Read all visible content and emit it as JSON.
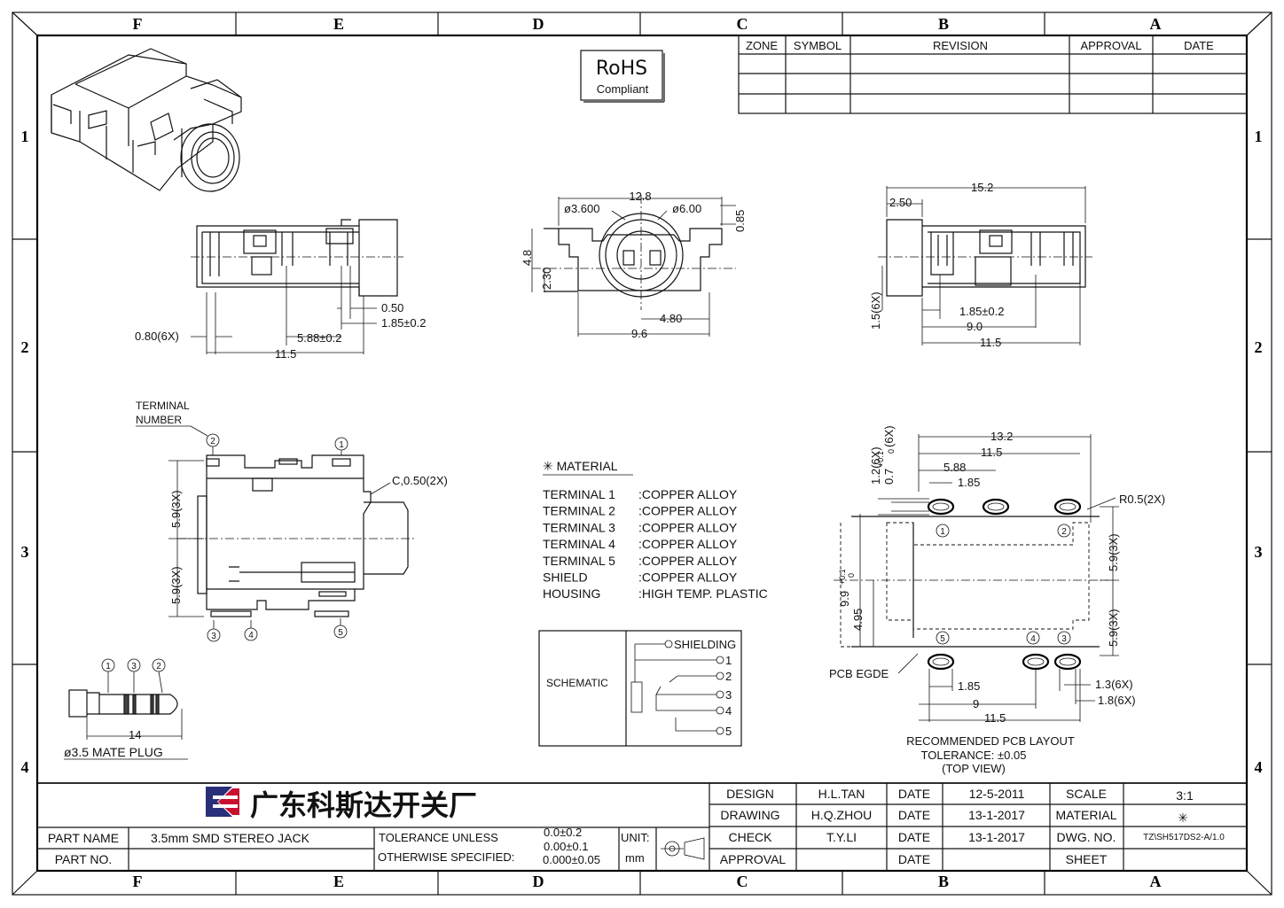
{
  "zones": {
    "columns": [
      "F",
      "E",
      "D",
      "C",
      "B",
      "A"
    ],
    "rows": [
      "1",
      "2",
      "3",
      "4"
    ]
  },
  "rohs": {
    "title": "RoHS",
    "subtitle": "Compliant"
  },
  "revision_table": {
    "headers": [
      "ZONE",
      "SYMBOL",
      "REVISION",
      "APPROVAL",
      "DATE"
    ]
  },
  "side_view": {
    "dim_terminal": "0.80(6X)",
    "dim_050": "0.50",
    "dim_185": "1.85±0.2",
    "dim_588": "5.88±0.2",
    "dim_115": "11.5"
  },
  "front_view": {
    "dim_128": "12.8",
    "dim_d3600": "ø3.600",
    "dim_d600": "ø6.00",
    "dim_085": "0.85",
    "dim_48": "4.8",
    "dim_230": "2.30",
    "dim_480": "4.80",
    "dim_96": "9.6"
  },
  "rear_view": {
    "dim_152": "15.2",
    "dim_250": "2.50",
    "dim_15": "1.5(6X)",
    "dim_185": "1.85±0.2",
    "dim_90": "9.0",
    "dim_115": "11.5"
  },
  "top_view": {
    "terminal_label_1": "TERMINAL",
    "terminal_label_2": "NUMBER",
    "chamfer": "C,0.50(2X)",
    "dim_59_top": "5.9(3X)",
    "dim_59_bot": "5.9(3X)",
    "t1": "1",
    "t2": "2",
    "t3": "3",
    "t4": "4",
    "t5": "5"
  },
  "material": {
    "title": "✳ MATERIAL",
    "rows": [
      {
        "name": "TERMINAL  1",
        "value": ":COPPER  ALLOY"
      },
      {
        "name": "TERMINAL  2",
        "value": ":COPPER  ALLOY"
      },
      {
        "name": "TERMINAL  3",
        "value": ":COPPER  ALLOY"
      },
      {
        "name": "TERMINAL  4",
        "value": ":COPPER  ALLOY"
      },
      {
        "name": "TERMINAL  5",
        "value": ":COPPER  ALLOY"
      },
      {
        "name": "SHIELD",
        "value": ":COPPER  ALLOY"
      },
      {
        "name": "HOUSING",
        "value": ":HIGH  TEMP.  PLASTIC"
      }
    ]
  },
  "schematic": {
    "label": "SCHEMATIC",
    "pins": [
      "SHIELDING",
      "1",
      "2",
      "3",
      "4",
      "5"
    ]
  },
  "pcb_layout": {
    "dim_132": "13.2",
    "dim_115_top": "11.5",
    "dim_588": "5.88",
    "dim_185_top": "1.85",
    "dim_12": "1.2(6X)",
    "dim_07": "0.7",
    "dim_07_tol": "+0.1",
    "dim_07_tol2": "0",
    "dim_07_suffix": "(6X)",
    "dim_r05": "R0.5(2X)",
    "dim_99": "9.9",
    "dim_99_tol": "+0.1",
    "dim_99_tol2": "0",
    "dim_495": "4.95",
    "dim_59a": "5.9(3X)",
    "dim_59b": "5.9(3X)",
    "pcb_edge": "PCB  EGDE",
    "dim_185_bot": "1.85",
    "dim_9": "9",
    "dim_115_bot": "11.5",
    "dim_13": "1.3(6X)",
    "dim_18": "1.8(6X)",
    "caption1": "RECOMMENDED  PCB  LAYOUT",
    "caption2": "TOLERANCE: ±0.05",
    "caption3": "(TOP  VIEW)",
    "p1": "1",
    "p2": "2",
    "p3": "3",
    "p4": "4",
    "p5": "5"
  },
  "plug": {
    "n1": "1",
    "n3": "3",
    "n2": "2",
    "dim_14": "14",
    "caption": "ø3.5  MATE  PLUG"
  },
  "title_block": {
    "company": "广东科斯达开关厂",
    "part_name_label": "PART NAME",
    "part_name": "3.5mm  SMD  STEREO  JACK",
    "part_no_label": "PART NO.",
    "tol_label1": "TOLERANCE  UNLESS",
    "tol_label2": "OTHERWISE  SPECIFIED:",
    "tol_v1": "0.0±0.2",
    "tol_v2": "0.00±0.1",
    "tol_v3": "0.000±0.05",
    "unit_label": "UNIT:",
    "unit": "mm",
    "design_label": "DESIGN",
    "design_name": "H.L.TAN",
    "drawing_label": "DRAWING",
    "drawing_name": "H.Q.ZHOU",
    "check_label": "CHECK",
    "check_name": "T.Y.LI",
    "approval_label": "APPROVAL",
    "date_label": "DATE",
    "date_design": "12-5-2011",
    "date_drawing": "13-1-2017",
    "date_check": "13-1-2017",
    "scale_label": "SCALE",
    "scale": "3:1",
    "material_label": "MATERIAL",
    "material": "✳",
    "dwg_label": "DWG.  NO.",
    "dwg_no": "TZ\\SH517DS2-A/1.0",
    "sheet_label": "SHEET"
  }
}
